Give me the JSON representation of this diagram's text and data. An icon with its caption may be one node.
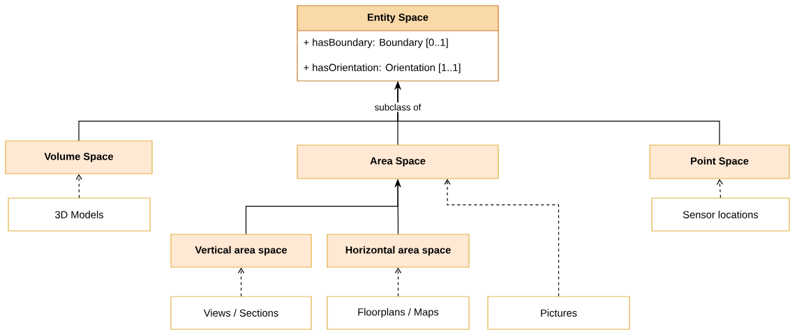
{
  "diagram": {
    "nodes": [
      {
        "text": [
          "Entity Space",
          "+ hasBoundary: Boundary [0..1]",
          "+ hasOrientation: Orientation [1..1]"
        ]
      },
      {
        "text": [
          "Volume Space"
        ]
      },
      {
        "text": [
          "Area Space"
        ]
      },
      {
        "text": [
          "Point Space"
        ]
      },
      {
        "text": [
          "3D Models"
        ]
      },
      {
        "text": [
          "Vertical area space"
        ]
      },
      {
        "text": [
          "Horizontal area space"
        ]
      },
      {
        "text": [
          "Views / Sections"
        ]
      },
      {
        "text": [
          "Floorplans / Maps"
        ]
      },
      {
        "text": [
          "Pictures"
        ]
      },
      {
        "text": [
          "Sensor locations"
        ]
      }
    ],
    "edges": [
      {
        "from": 1,
        "to": 0,
        "arrow": "to"
      },
      {
        "from": 2,
        "to": 0,
        "arrow": "to",
        "label": "subclass of"
      },
      {
        "from": 3,
        "to": 0,
        "arrow": "to"
      },
      {
        "from": 4,
        "to": 1,
        "arrow": "to",
        "style": "dashed"
      },
      {
        "from": 5,
        "to": 2,
        "arrow": "to"
      },
      {
        "from": 6,
        "to": 2,
        "arrow": "to"
      },
      {
        "from": 7,
        "to": 5,
        "arrow": "to",
        "style": "dashed"
      },
      {
        "from": 8,
        "to": 6,
        "arrow": "to",
        "style": "dashed"
      },
      {
        "from": 9,
        "to": 2,
        "arrow": "to",
        "style": "dashed"
      },
      {
        "from": 10,
        "to": 3,
        "arrow": "to",
        "style": "dashed"
      }
    ]
  }
}
